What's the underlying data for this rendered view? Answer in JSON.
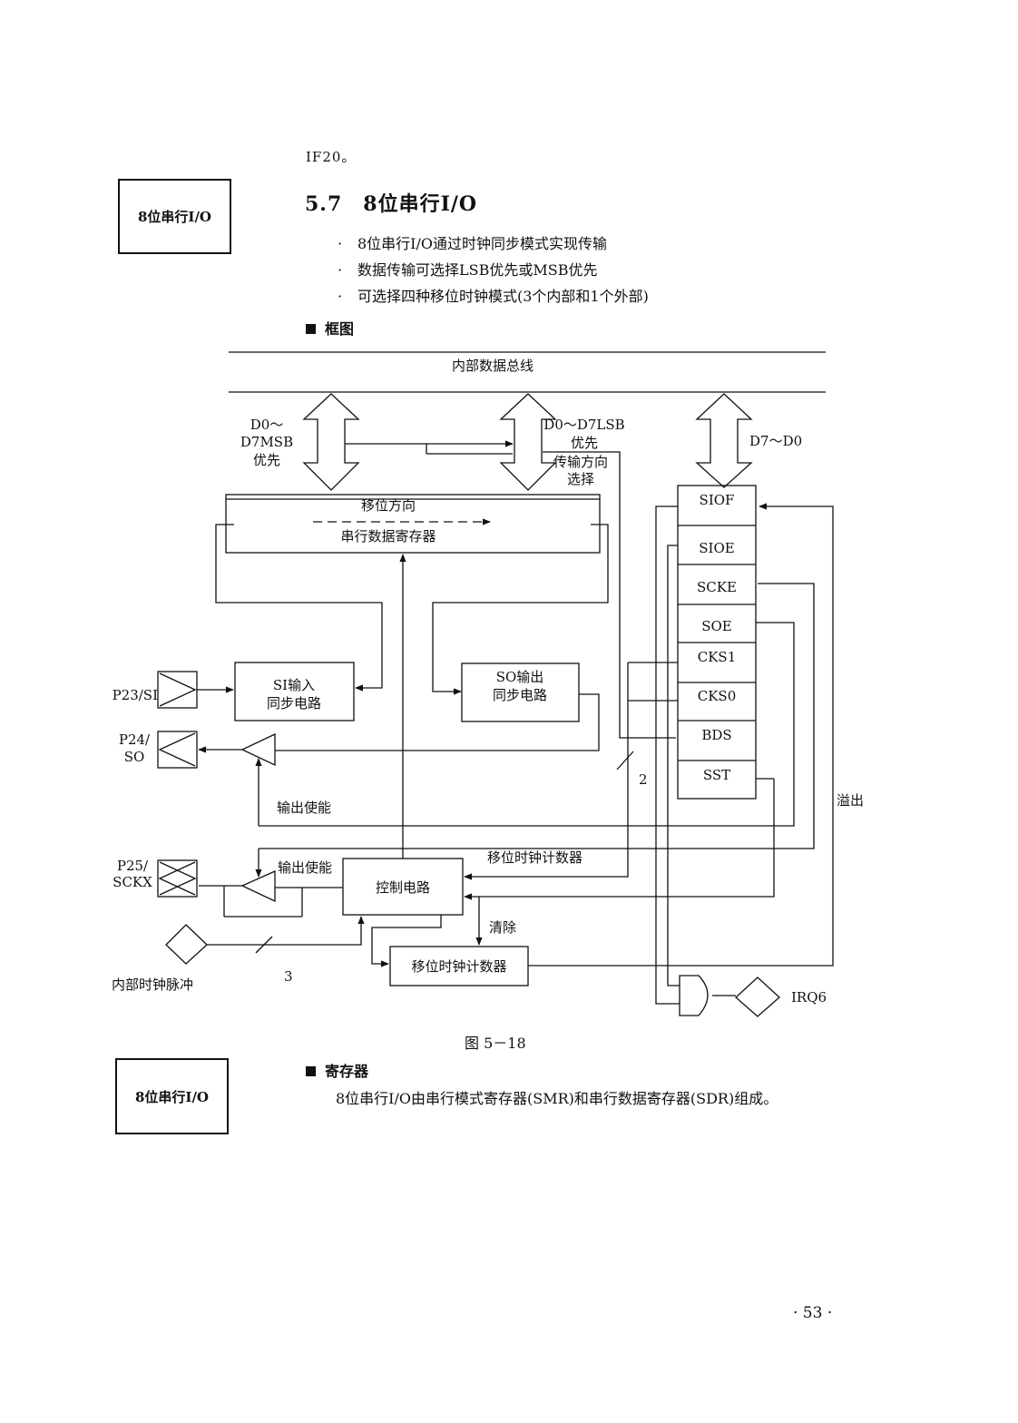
{
  "prev_text": "IF20。",
  "side_label_1": "8位串行I/O",
  "side_label_2": "8位串行I/O",
  "section_title": "5.7　8位串行I/O",
  "bullets": [
    "8位串行I/O通过时钟同步模式实现传输",
    "数据传输可选择LSB优先或MSB优先",
    "可选择四种移位时钟模式(3个内部和1个外部)"
  ],
  "bullet_glyph": "·",
  "block_heading": "框图",
  "diagram": {
    "bus_label": "内部数据总线",
    "msb_label_lines": [
      "D0～",
      "D7MSB",
      "优先"
    ],
    "lsb_label_lines": [
      "D0～D7LSB",
      "优先"
    ],
    "direction_select_lines": [
      "传输方向",
      "选择"
    ],
    "d7_d0": "D7～D0",
    "shift_direction": "移位方向",
    "sdr_label": "串行数据寄存器",
    "registers": [
      "SIOF",
      "SIOE",
      "SCKE",
      "SOE",
      "CKS1",
      "CKS0",
      "BDS",
      "SST"
    ],
    "si_sync_lines": [
      "SI输入",
      "同步电路"
    ],
    "so_sync_lines": [
      "SO输出",
      "同步电路"
    ],
    "pin_p23": "P23/SI",
    "pin_p24_lines": [
      "P24/",
      "SO"
    ],
    "pin_p25_lines": [
      "P25/",
      "SCKX"
    ],
    "output_enable_1": "输出使能",
    "output_enable_2": "输出使能",
    "overflow": "溢出",
    "shift_clock_counter_label": "移位时钟计数器",
    "control_circuit": "控制电路",
    "clear": "清除",
    "counter_box": "移位时钟计数器",
    "internal_clock": "内部时钟脉冲",
    "bus_width_2": "2",
    "bus_width_3": "3",
    "irq": "IRQ6"
  },
  "figure_caption": "图 5－18",
  "registers_heading": "寄存器",
  "registers_text": "8位串行I/O由串行模式寄存器(SMR)和串行数据寄存器(SDR)组成。",
  "page_number": "· 53 ·"
}
